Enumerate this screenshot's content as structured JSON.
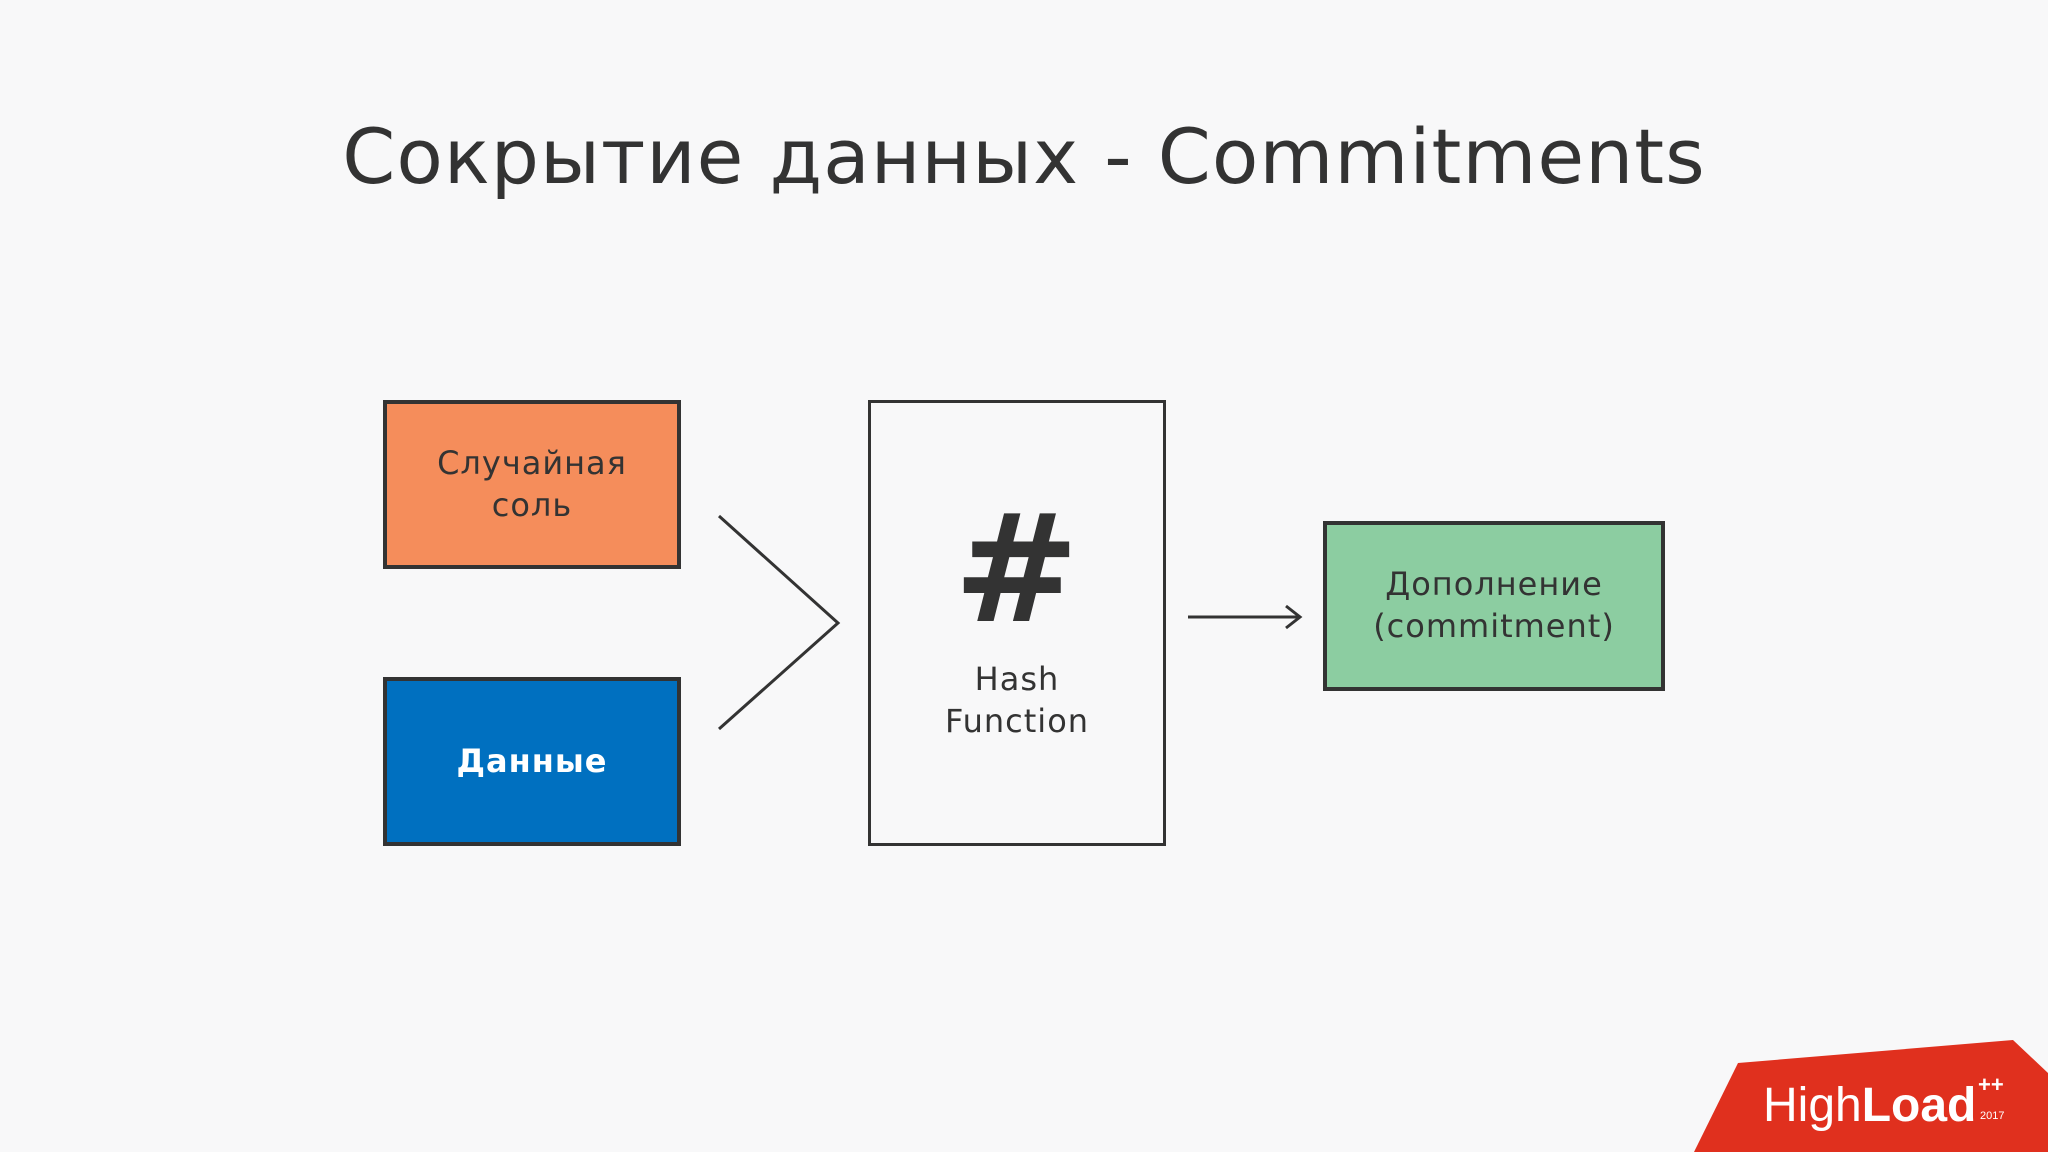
{
  "slide": {
    "title": "Сокрытие данных - Commitments"
  },
  "diagram": {
    "salt_box": {
      "label": "Случайная\nсоль",
      "color": "#f58d5b"
    },
    "data_box": {
      "label": "Данные",
      "color": "#0070c0"
    },
    "hash_box": {
      "symbol": "#",
      "label": "Hash\nFunction",
      "color": "#f8f8f9"
    },
    "commitment_box": {
      "label": "Дополнение\n(commitment)",
      "color": "#8ccda1"
    }
  },
  "logo": {
    "text_light": "High",
    "text_bold": "Load",
    "superscript": "++",
    "year": "2017",
    "color": "#e0301e"
  }
}
